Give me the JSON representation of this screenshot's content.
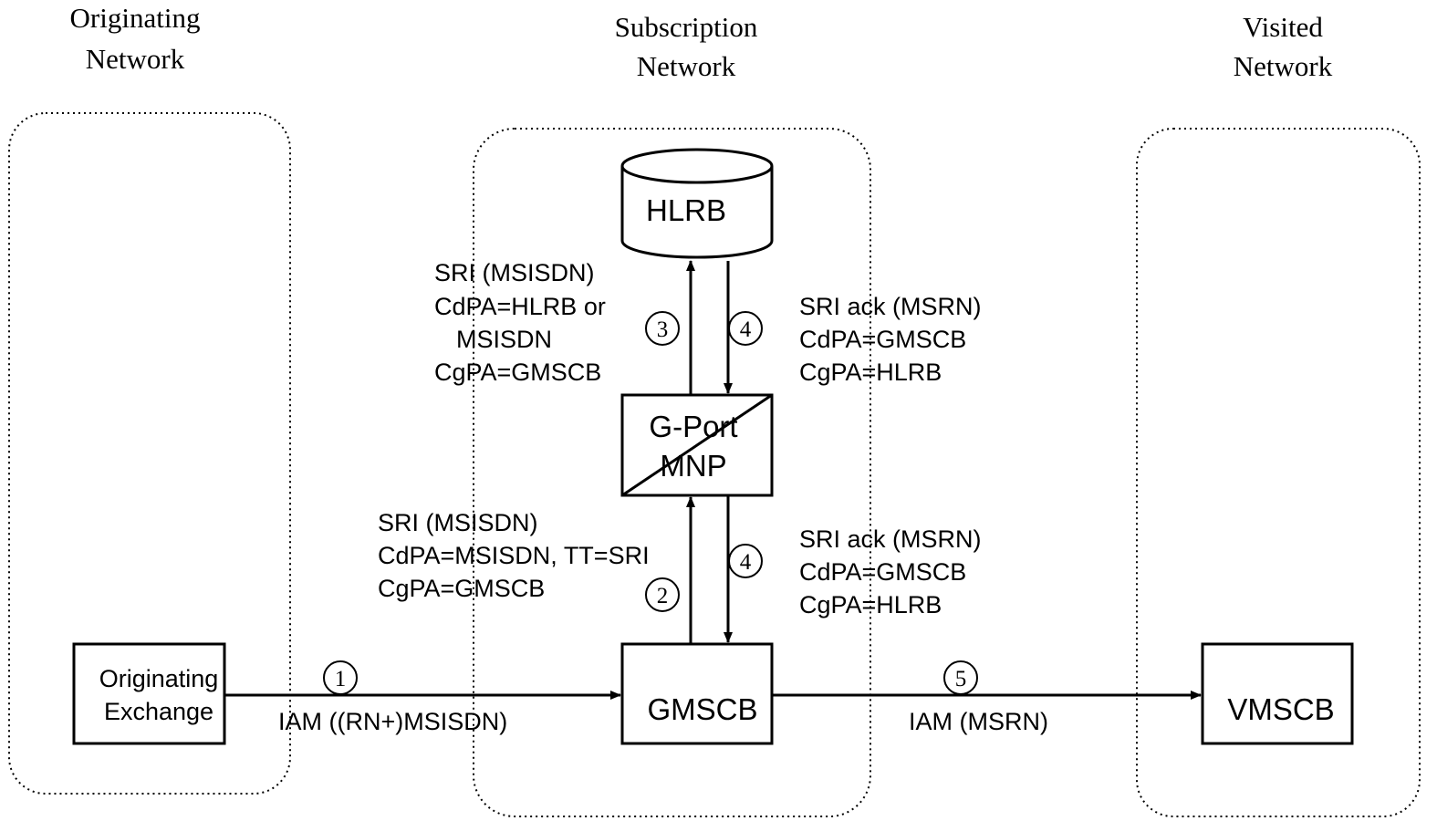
{
  "networks": {
    "originating": {
      "line1": "Originating",
      "line2": "Network"
    },
    "subscription": {
      "line1": "Subscription",
      "line2": "Network"
    },
    "visited": {
      "line1": "Visited",
      "line2": "Network"
    }
  },
  "nodes": {
    "hlrb": "HLRB",
    "gport": {
      "line1": "G-Port",
      "line2": "MNP"
    },
    "gmscb": "GMSCB",
    "originating_exchange": {
      "line1": "Originating",
      "line2": "Exchange"
    },
    "vmscb": "VMSCB"
  },
  "steps": {
    "s1": "1",
    "s2": "2",
    "s3": "3",
    "s4a": "4",
    "s4b": "4",
    "s5": "5"
  },
  "messages": {
    "sri_to_hlr": {
      "l1": "SRI (MSISDN)",
      "l2": "CdPA=HLRB or",
      "l3": "MSISDN",
      "l4": "CgPA=GMSCB"
    },
    "sri_ack_from_hlr": {
      "l1": "SRI ack (MSRN)",
      "l2": "CdPA=GMSCB",
      "l3": "CgPA=HLRB"
    },
    "sri_to_gport": {
      "l1": "SRI (MSISDN)",
      "l2": "CdPA=MSISDN, TT=SRI",
      "l3": "CgPA=GMSCB"
    },
    "sri_ack_to_gmsc": {
      "l1": "SRI ack (MSRN)",
      "l2": "CdPA=GMSCB",
      "l3": "CgPA=HLRB"
    },
    "iam_1": "IAM ((RN+)MSISDN)",
    "iam_5": "IAM (MSRN)"
  }
}
